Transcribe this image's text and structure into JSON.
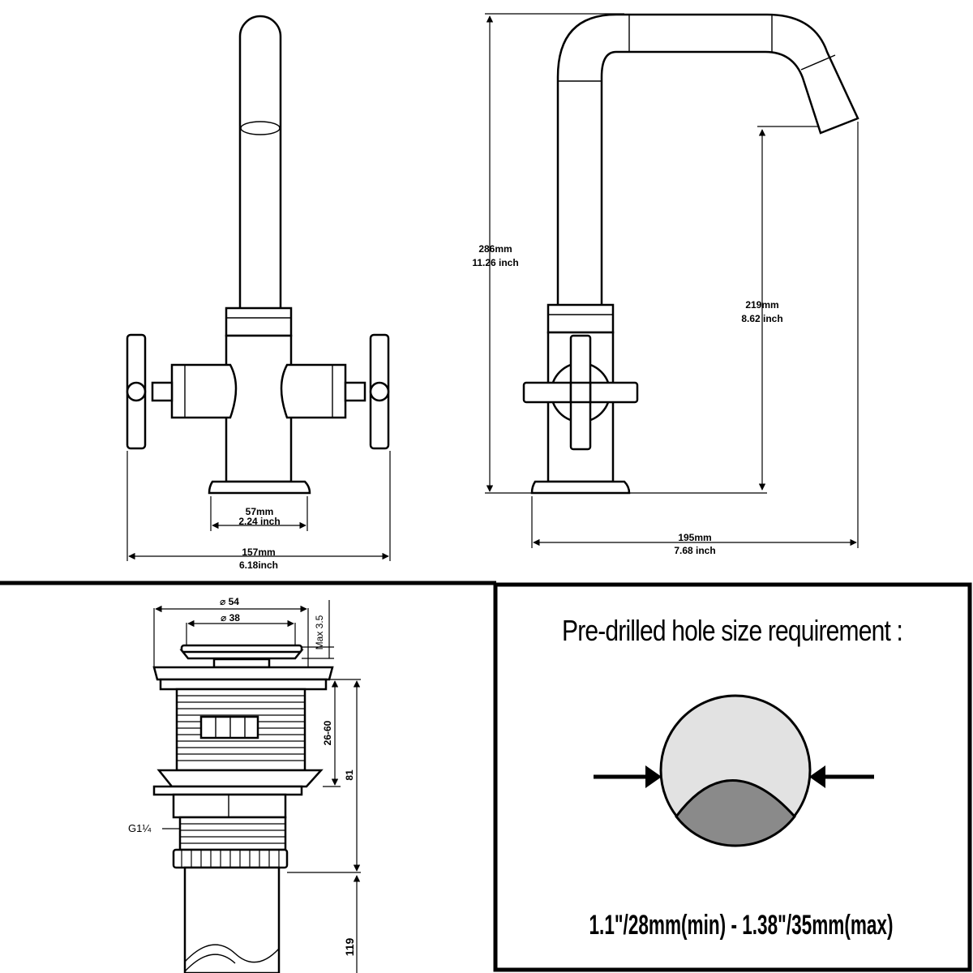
{
  "front_view": {
    "width_57": {
      "mm": "57mm",
      "inch": "2.24 inch"
    },
    "width_157": {
      "mm": "157mm",
      "inch": "6.18inch"
    }
  },
  "side_view": {
    "height_286": {
      "mm": "286mm",
      "inch": "11.26 inch"
    },
    "height_219": {
      "mm": "219mm",
      "inch": "8.62 inch"
    },
    "reach_195": {
      "mm": "195mm",
      "inch": "7.68 inch"
    }
  },
  "waste": {
    "dia_outer": "⌀ 54",
    "dia_inner": "⌀ 38",
    "max_label": "Max 3.5",
    "range_label": "26-60",
    "height_81": "81",
    "thread_label": "G1¼",
    "height_119": "119"
  },
  "hole_panel": {
    "title": "Pre-drilled hole size requirement :",
    "spec": "1.1\"/28mm(min) - 1.38\"/35mm(max)"
  }
}
